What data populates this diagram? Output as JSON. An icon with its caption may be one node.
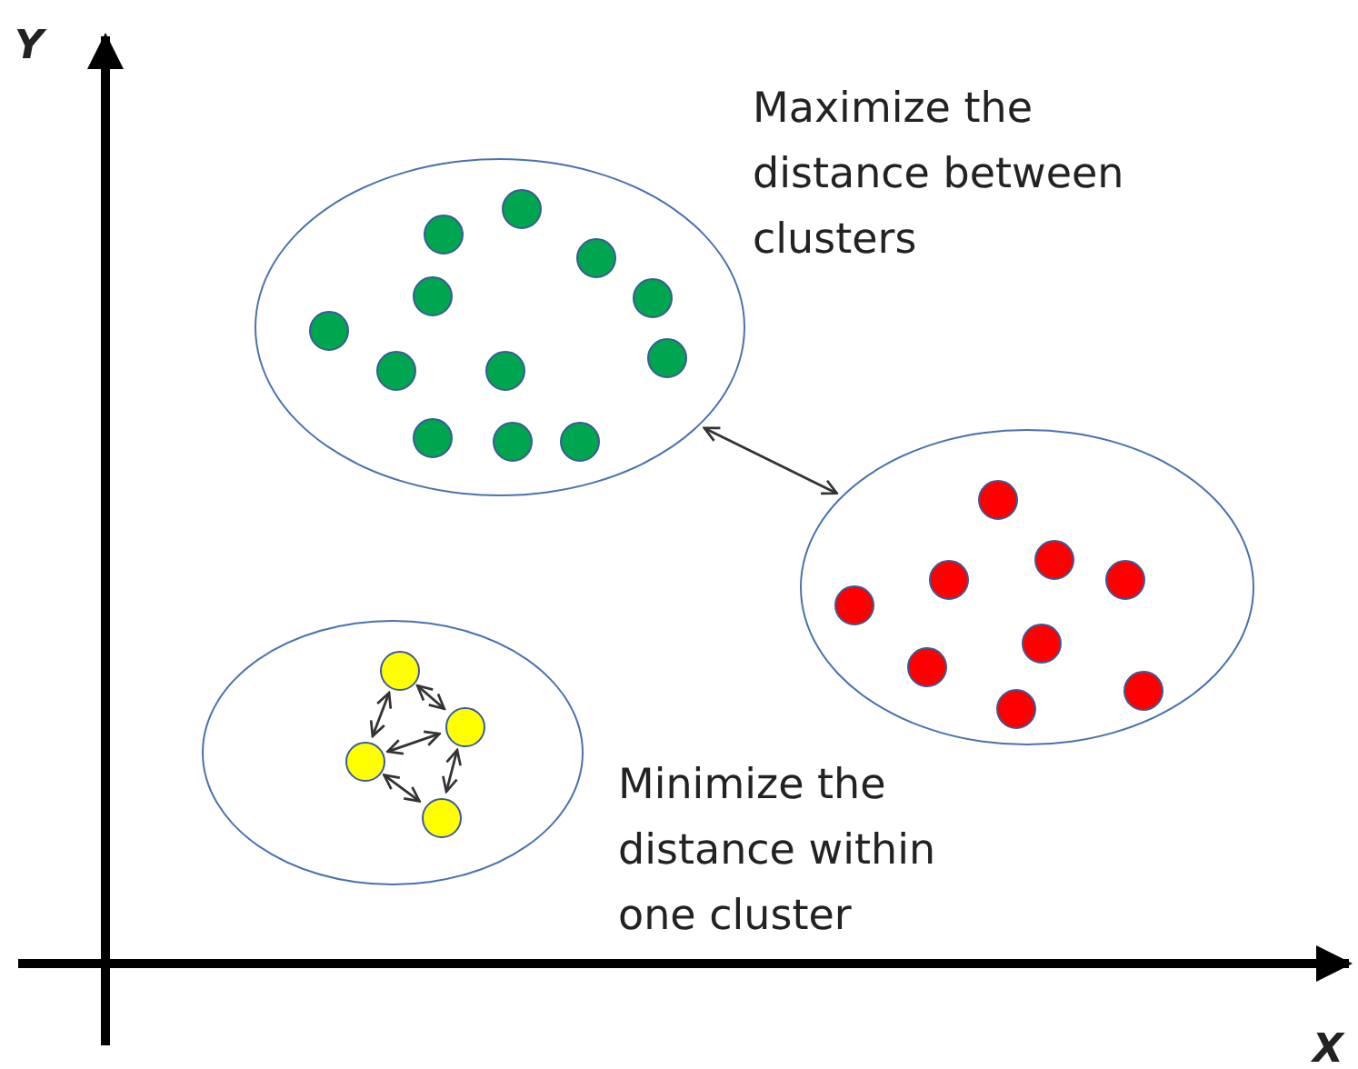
{
  "diagram": {
    "nodes": [
      {
        "text": [],
        "shape": "ellipse"
      },
      {
        "text": [],
        "shape": "circle",
        "in": 0
      },
      {
        "text": [],
        "shape": "circle",
        "in": 0
      },
      {
        "text": [],
        "shape": "circle",
        "in": 0
      },
      {
        "text": [],
        "shape": "circle",
        "in": 0
      },
      {
        "text": [],
        "shape": "circle",
        "in": 0
      },
      {
        "text": [],
        "shape": "circle",
        "in": 0
      },
      {
        "text": [],
        "shape": "circle",
        "in": 0
      },
      {
        "text": [],
        "shape": "circle",
        "in": 0
      },
      {
        "text": [],
        "shape": "circle",
        "in": 0
      },
      {
        "text": [],
        "shape": "circle",
        "in": 0
      },
      {
        "text": [],
        "shape": "circle",
        "in": 0
      },
      {
        "text": [],
        "shape": "circle",
        "in": 0
      },
      {
        "text": [],
        "shape": "ellipse"
      },
      {
        "text": [],
        "shape": "circle",
        "in": 13
      },
      {
        "text": [],
        "shape": "circle",
        "in": 13
      },
      {
        "text": [],
        "shape": "circle",
        "in": 13
      },
      {
        "text": [],
        "shape": "circle",
        "in": 13
      },
      {
        "text": [],
        "shape": "circle",
        "in": 13
      },
      {
        "text": [],
        "shape": "circle",
        "in": 13
      },
      {
        "text": [],
        "shape": "circle",
        "in": 13
      },
      {
        "text": [],
        "shape": "circle",
        "in": 13
      },
      {
        "text": [],
        "shape": "circle",
        "in": 13
      },
      {
        "text": [],
        "shape": "ellipse"
      },
      {
        "text": [],
        "shape": "circle",
        "in": 23
      },
      {
        "text": [],
        "shape": "circle",
        "in": 23
      },
      {
        "text": [],
        "shape": "circle",
        "in": 23
      },
      {
        "text": [],
        "shape": "circle",
        "in": 23
      }
    ],
    "edges": [
      {
        "from": 0,
        "to": 13,
        "arrow": "both"
      },
      {
        "from": 24,
        "to": 26,
        "arrow": "both"
      },
      {
        "from": 24,
        "to": 25,
        "arrow": "both"
      },
      {
        "from": 26,
        "to": 25,
        "arrow": "both"
      },
      {
        "from": 26,
        "to": 27,
        "arrow": "both"
      },
      {
        "from": 25,
        "to": 27,
        "arrow": "both"
      }
    ],
    "labels": [
      "Y",
      "Maximize the distance between clusters",
      "Minimize the distance within one cluster",
      "X"
    ]
  }
}
